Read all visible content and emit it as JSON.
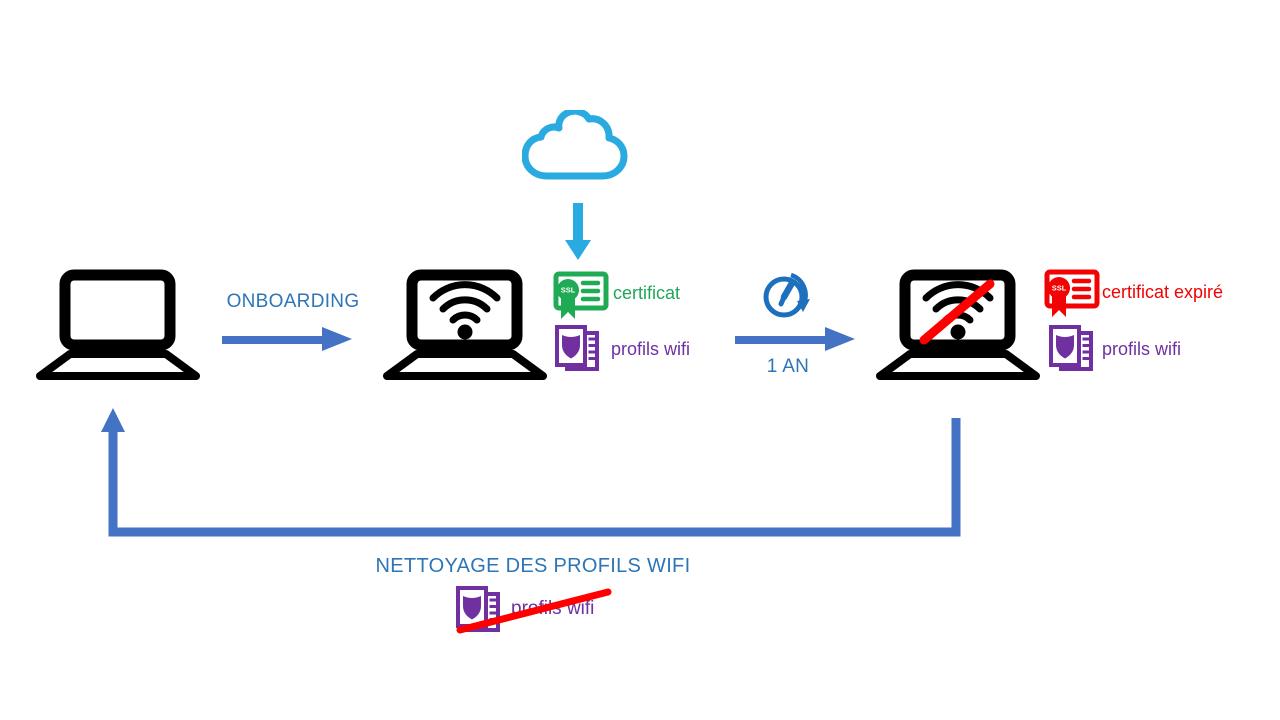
{
  "diagram": {
    "description": "Wifi certificate onboarding lifecycle diagram",
    "stages": {
      "cloud_provisioning": {
        "icon": "cloud",
        "delivers_to": "onboarded laptop"
      },
      "onboarding": {
        "label": "ONBOARDING"
      },
      "onboarded_laptop": {
        "icon": "laptop-with-wifi",
        "certificate": {
          "label": "certificat",
          "badge": "SSL"
        },
        "wifi_profiles": {
          "label": "profils wifi"
        }
      },
      "expiry_period": {
        "label": "1 AN",
        "icon": "elapsed-time-clock"
      },
      "expired_laptop": {
        "icon": "laptop-with-wifi-crossed",
        "certificate": {
          "label": "certificat expiré",
          "badge": "SSL"
        },
        "wifi_profiles": {
          "label": "profils wifi"
        }
      },
      "cleanup": {
        "label": "NETTOYAGE DES PROFILS WIFI",
        "wifi_profiles": {
          "label": "profils wifi",
          "state": "crossed-out"
        }
      }
    },
    "colors": {
      "laptop_black": "#000000",
      "arrow_blue": "#4472C4",
      "text_blue": "#2E75B6",
      "cloud_cyan": "#29ABE2",
      "clock_blue": "#1D70BE",
      "certificate_green": "#1FAA54",
      "expired_red": "#F20202",
      "strike_red": "#FF0000",
      "profile_purple": "#7030A0"
    }
  }
}
